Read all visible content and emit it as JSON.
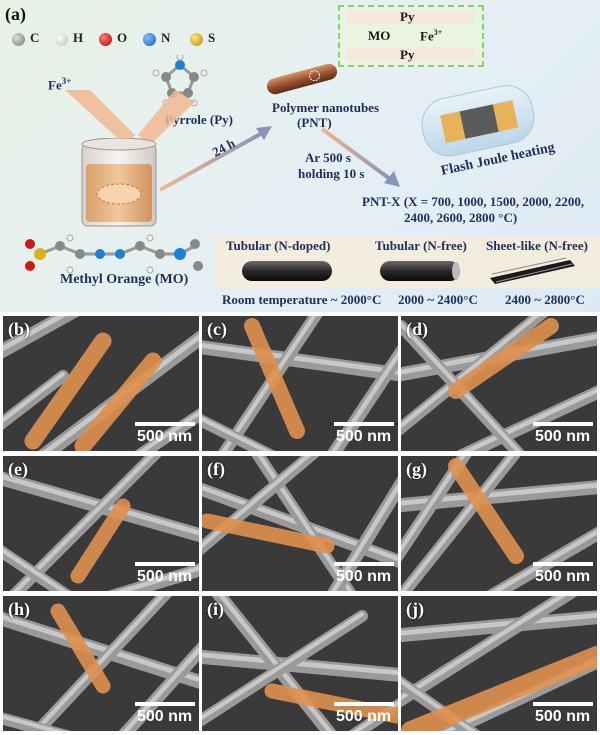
{
  "figure": {
    "panel_a": {
      "label": "(a)",
      "atoms": [
        {
          "symbol": "C",
          "color": "#8a8a8a"
        },
        {
          "symbol": "H",
          "color": "#f2f2f2"
        },
        {
          "symbol": "O",
          "color": "#d11818"
        },
        {
          "symbol": "N",
          "color": "#1d7fd6"
        },
        {
          "symbol": "S",
          "color": "#d9b21a"
        }
      ],
      "fe_label": "Fe",
      "fe_sup": "3+",
      "pyrrole_label": "Pyrrole (Py)",
      "mo_label": "Methyl Orange (MO)",
      "time_label": "24 h",
      "pnt_label_line1": "Polymer nanotubes",
      "pnt_label_line2": "(PNT)",
      "ar_line1": "Ar 500 s",
      "ar_line2": "holding 10 s",
      "layer_py_top": "Py",
      "layer_mo": "MO",
      "layer_fe": "Fe",
      "layer_py_bottom": "Py",
      "flash_label": "Flash Joule heating",
      "pntx_line1": "PNT-X (X = 700, 1000, 1500, 2000, 2200,",
      "pntx_line2": "2400, 2600, 2800 °C)",
      "prod1_title": "Tubular (N-doped)",
      "prod1_range": "Room temperature ~ 2000°C",
      "prod2_title": "Tubular (N-free)",
      "prod2_range": "2000 ~ 2400°C",
      "prod3_title": "Sheet-like (N-free)",
      "prod3_range": "2400 ~ 2800°C"
    },
    "sem_panels": [
      {
        "label": "(b)",
        "scale": "500 nm"
      },
      {
        "label": "(c)",
        "scale": "500 nm"
      },
      {
        "label": "(d)",
        "scale": "500 nm"
      },
      {
        "label": "(e)",
        "scale": "500 nm"
      },
      {
        "label": "(f)",
        "scale": "500 nm"
      },
      {
        "label": "(g)",
        "scale": "500 nm"
      },
      {
        "label": "(h)",
        "scale": "500 nm"
      },
      {
        "label": "(i)",
        "scale": "500 nm"
      },
      {
        "label": "(j)",
        "scale": "500 nm"
      }
    ],
    "colors": {
      "highlight": "#e0914f",
      "text": "#1d2f5a",
      "arrow": "#9aa5bd"
    }
  }
}
